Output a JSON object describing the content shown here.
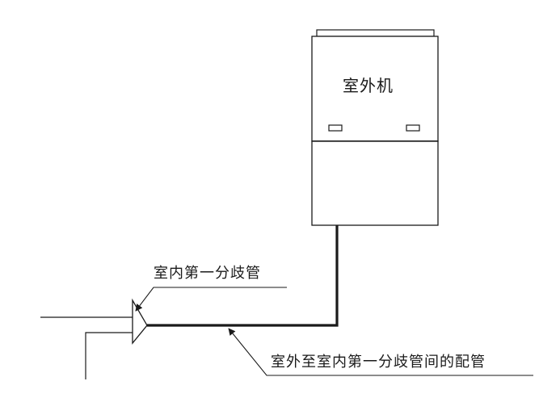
{
  "diagram": {
    "outdoor_unit_label": "室外机",
    "branch_label": "室内第一分歧管",
    "pipe_label": "室外至室内第一分歧管间的配管"
  },
  "colors": {
    "line": "#1a1a1a",
    "background": "#ffffff"
  }
}
